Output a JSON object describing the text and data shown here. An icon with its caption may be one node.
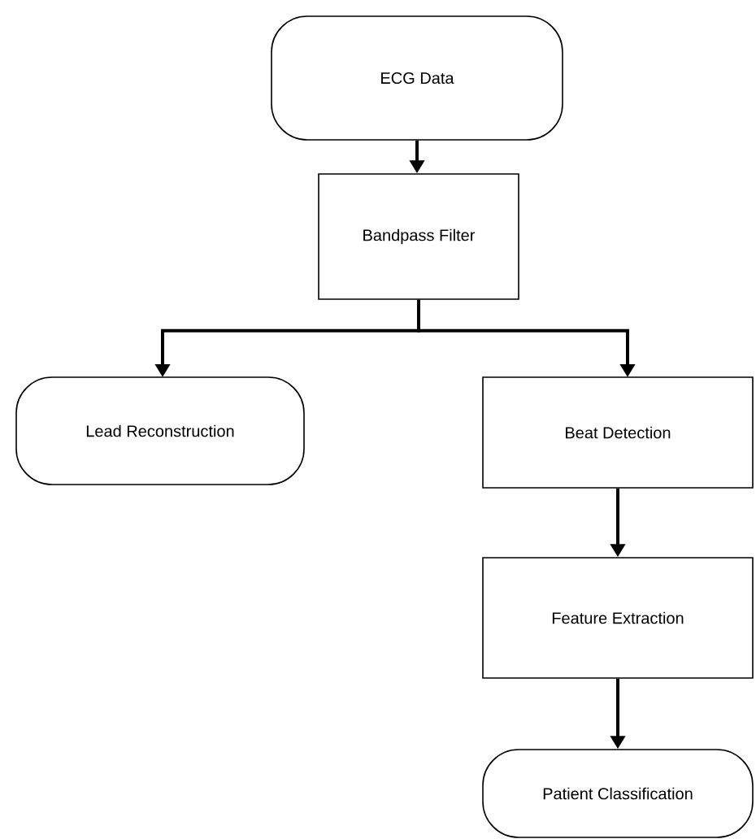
{
  "diagram": {
    "nodes": [
      {
        "text": [
          "ECG Data"
        ]
      },
      {
        "text": [
          "Bandpass Filter"
        ]
      },
      {
        "text": [
          "Lead Reconstruction"
        ]
      },
      {
        "text": [
          "Beat Detection"
        ]
      },
      {
        "text": [
          "Feature Extraction"
        ]
      },
      {
        "text": [
          "Patient Classification"
        ]
      }
    ],
    "edges": [
      {
        "from": 0,
        "to": 1,
        "arrow": "to"
      },
      {
        "from": 1,
        "to": 2,
        "arrow": "to"
      },
      {
        "from": 1,
        "to": 3,
        "arrow": "to"
      },
      {
        "from": 3,
        "to": 4,
        "arrow": "to"
      },
      {
        "from": 4,
        "to": 5,
        "arrow": "to"
      }
    ]
  }
}
